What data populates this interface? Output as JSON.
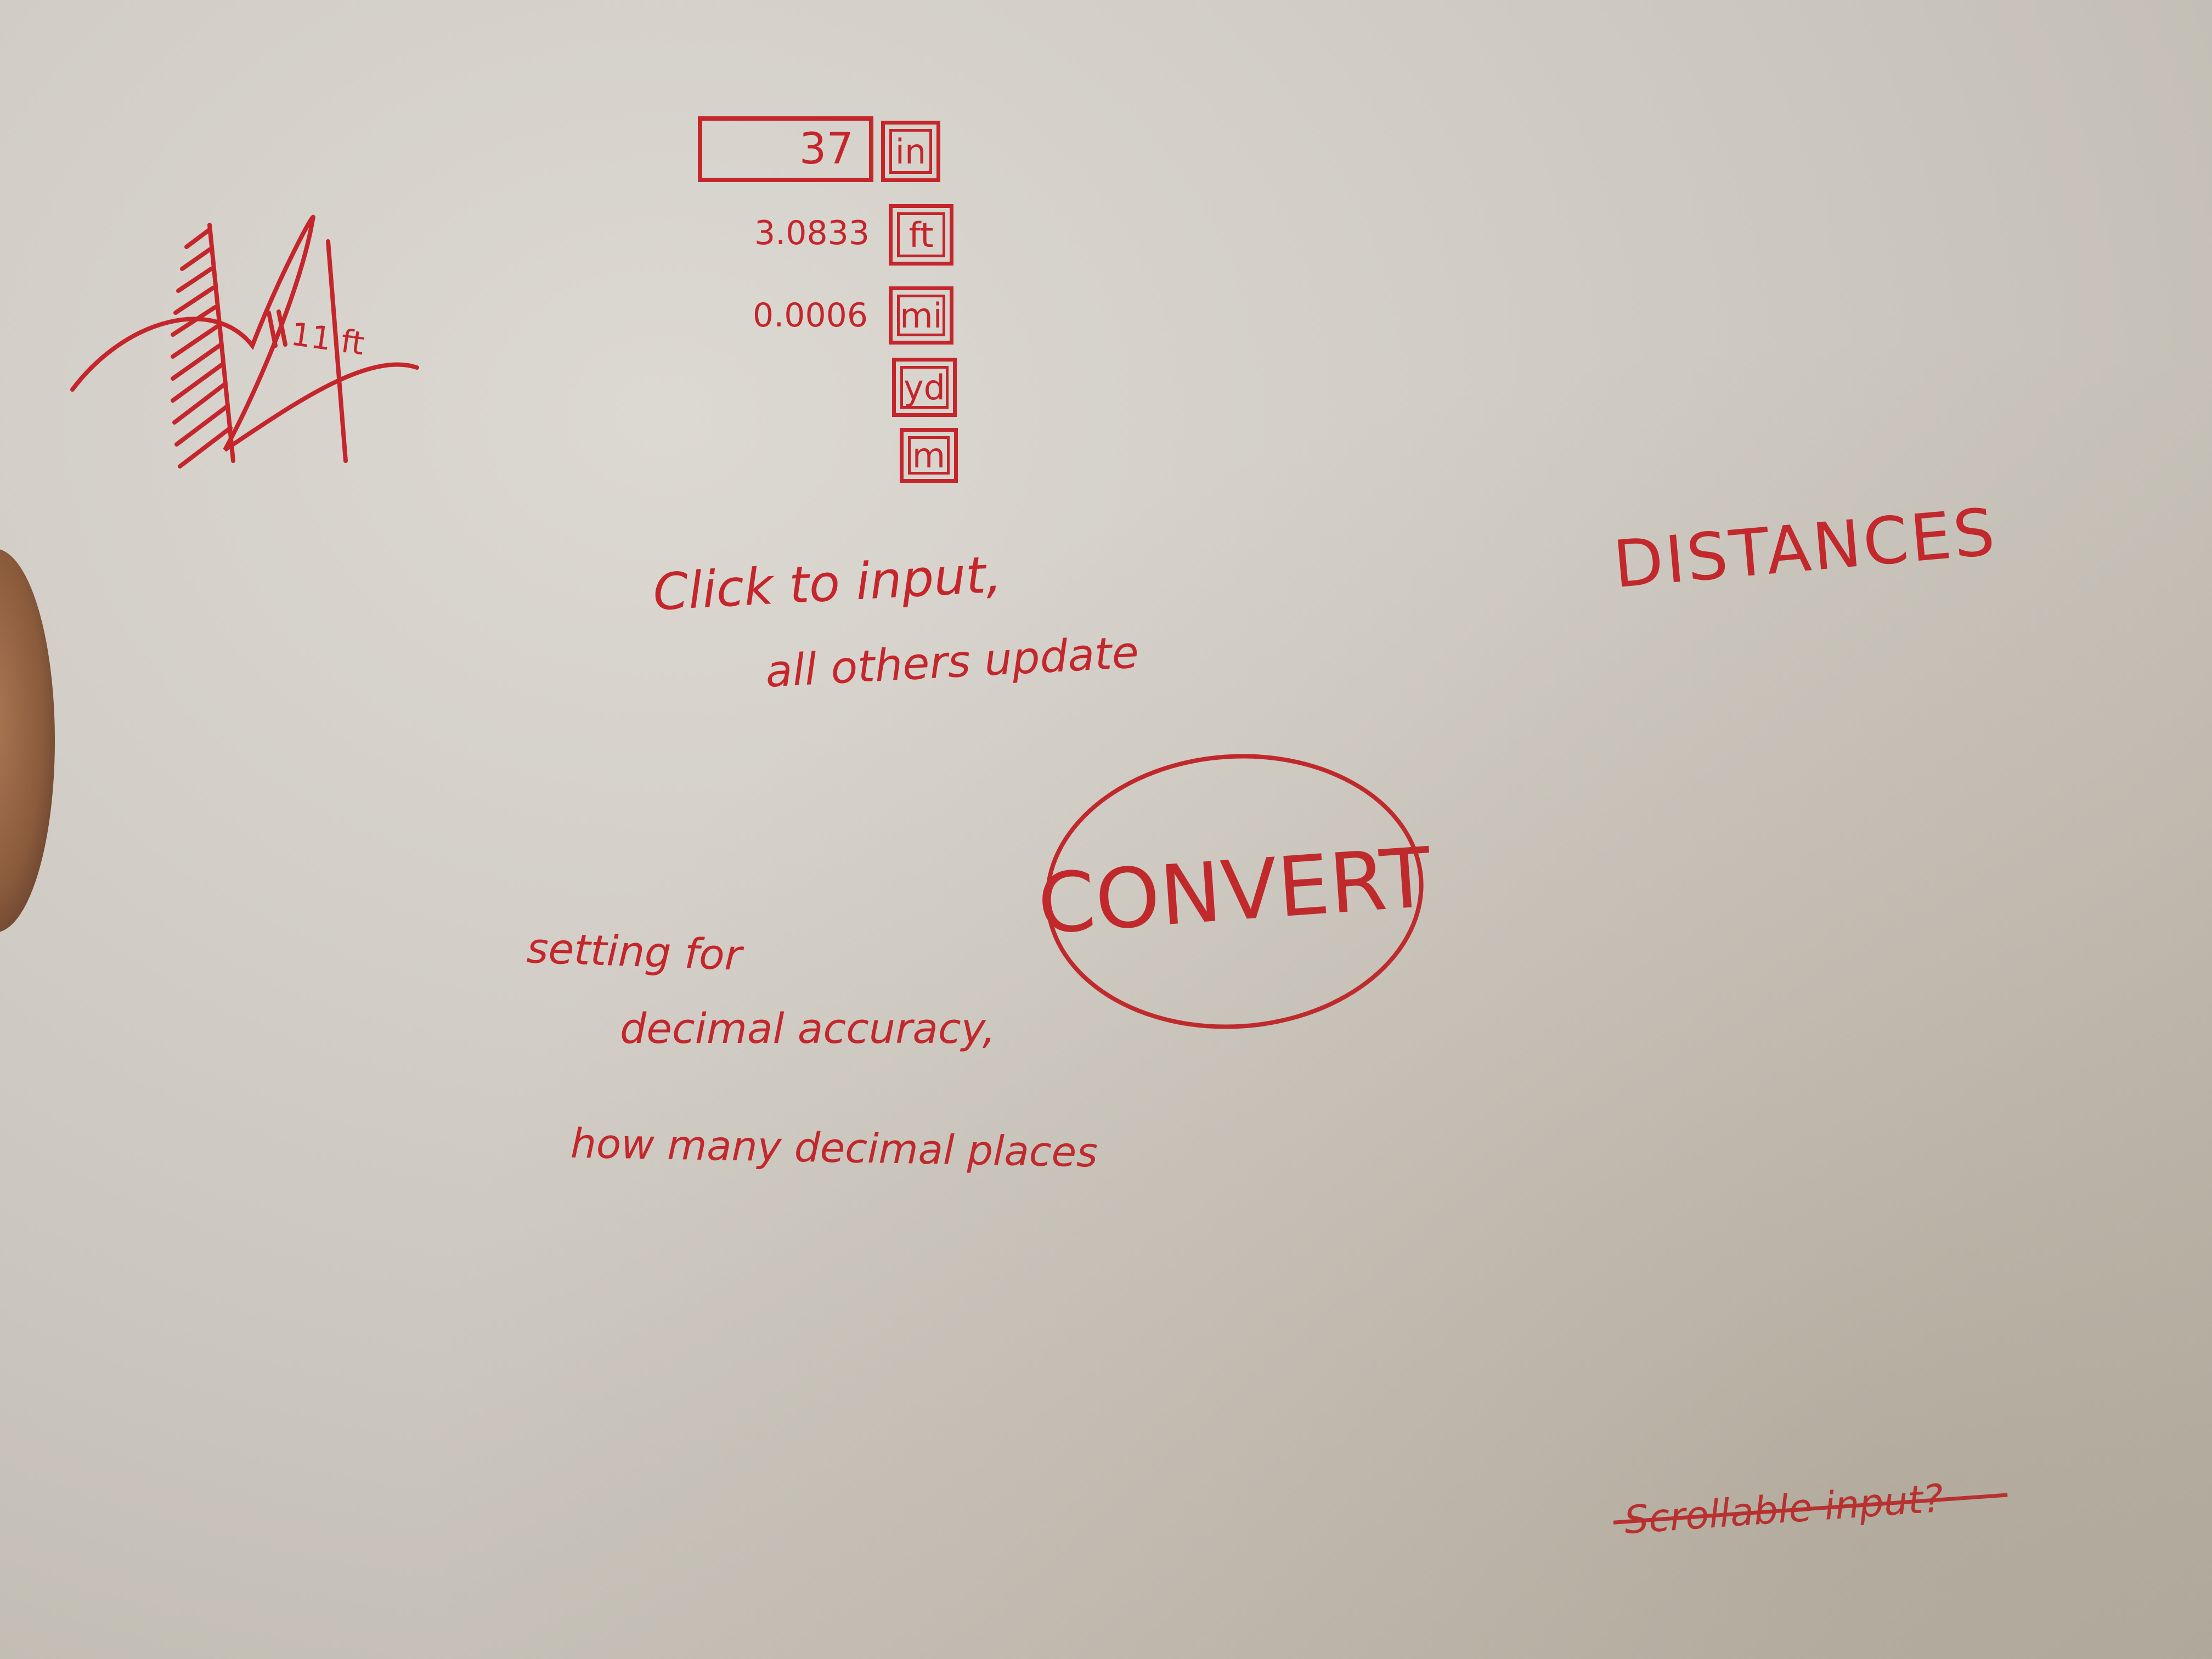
{
  "input": {
    "value": "37",
    "unit": "in"
  },
  "outputs": [
    {
      "value": "3.0833",
      "unit": "ft"
    },
    {
      "value": "0.0006",
      "unit": "mi"
    },
    {
      "value": "",
      "unit": "yd"
    },
    {
      "value": "",
      "unit": "m"
    }
  ],
  "logo": {
    "label": "11 ft"
  },
  "title": "DISTANCES",
  "notes": {
    "click_line1": "Click to input,",
    "click_line2": "all others update",
    "setting_line1": "setting for",
    "setting_line2": "decimal accuracy,",
    "setting_line3": "how many decimal places",
    "scrollable": "Scrollable input?"
  },
  "convert_button": {
    "label": "CONVERT"
  },
  "colors": {
    "ink": "#c4262b",
    "paper": "#d6d2cb"
  }
}
